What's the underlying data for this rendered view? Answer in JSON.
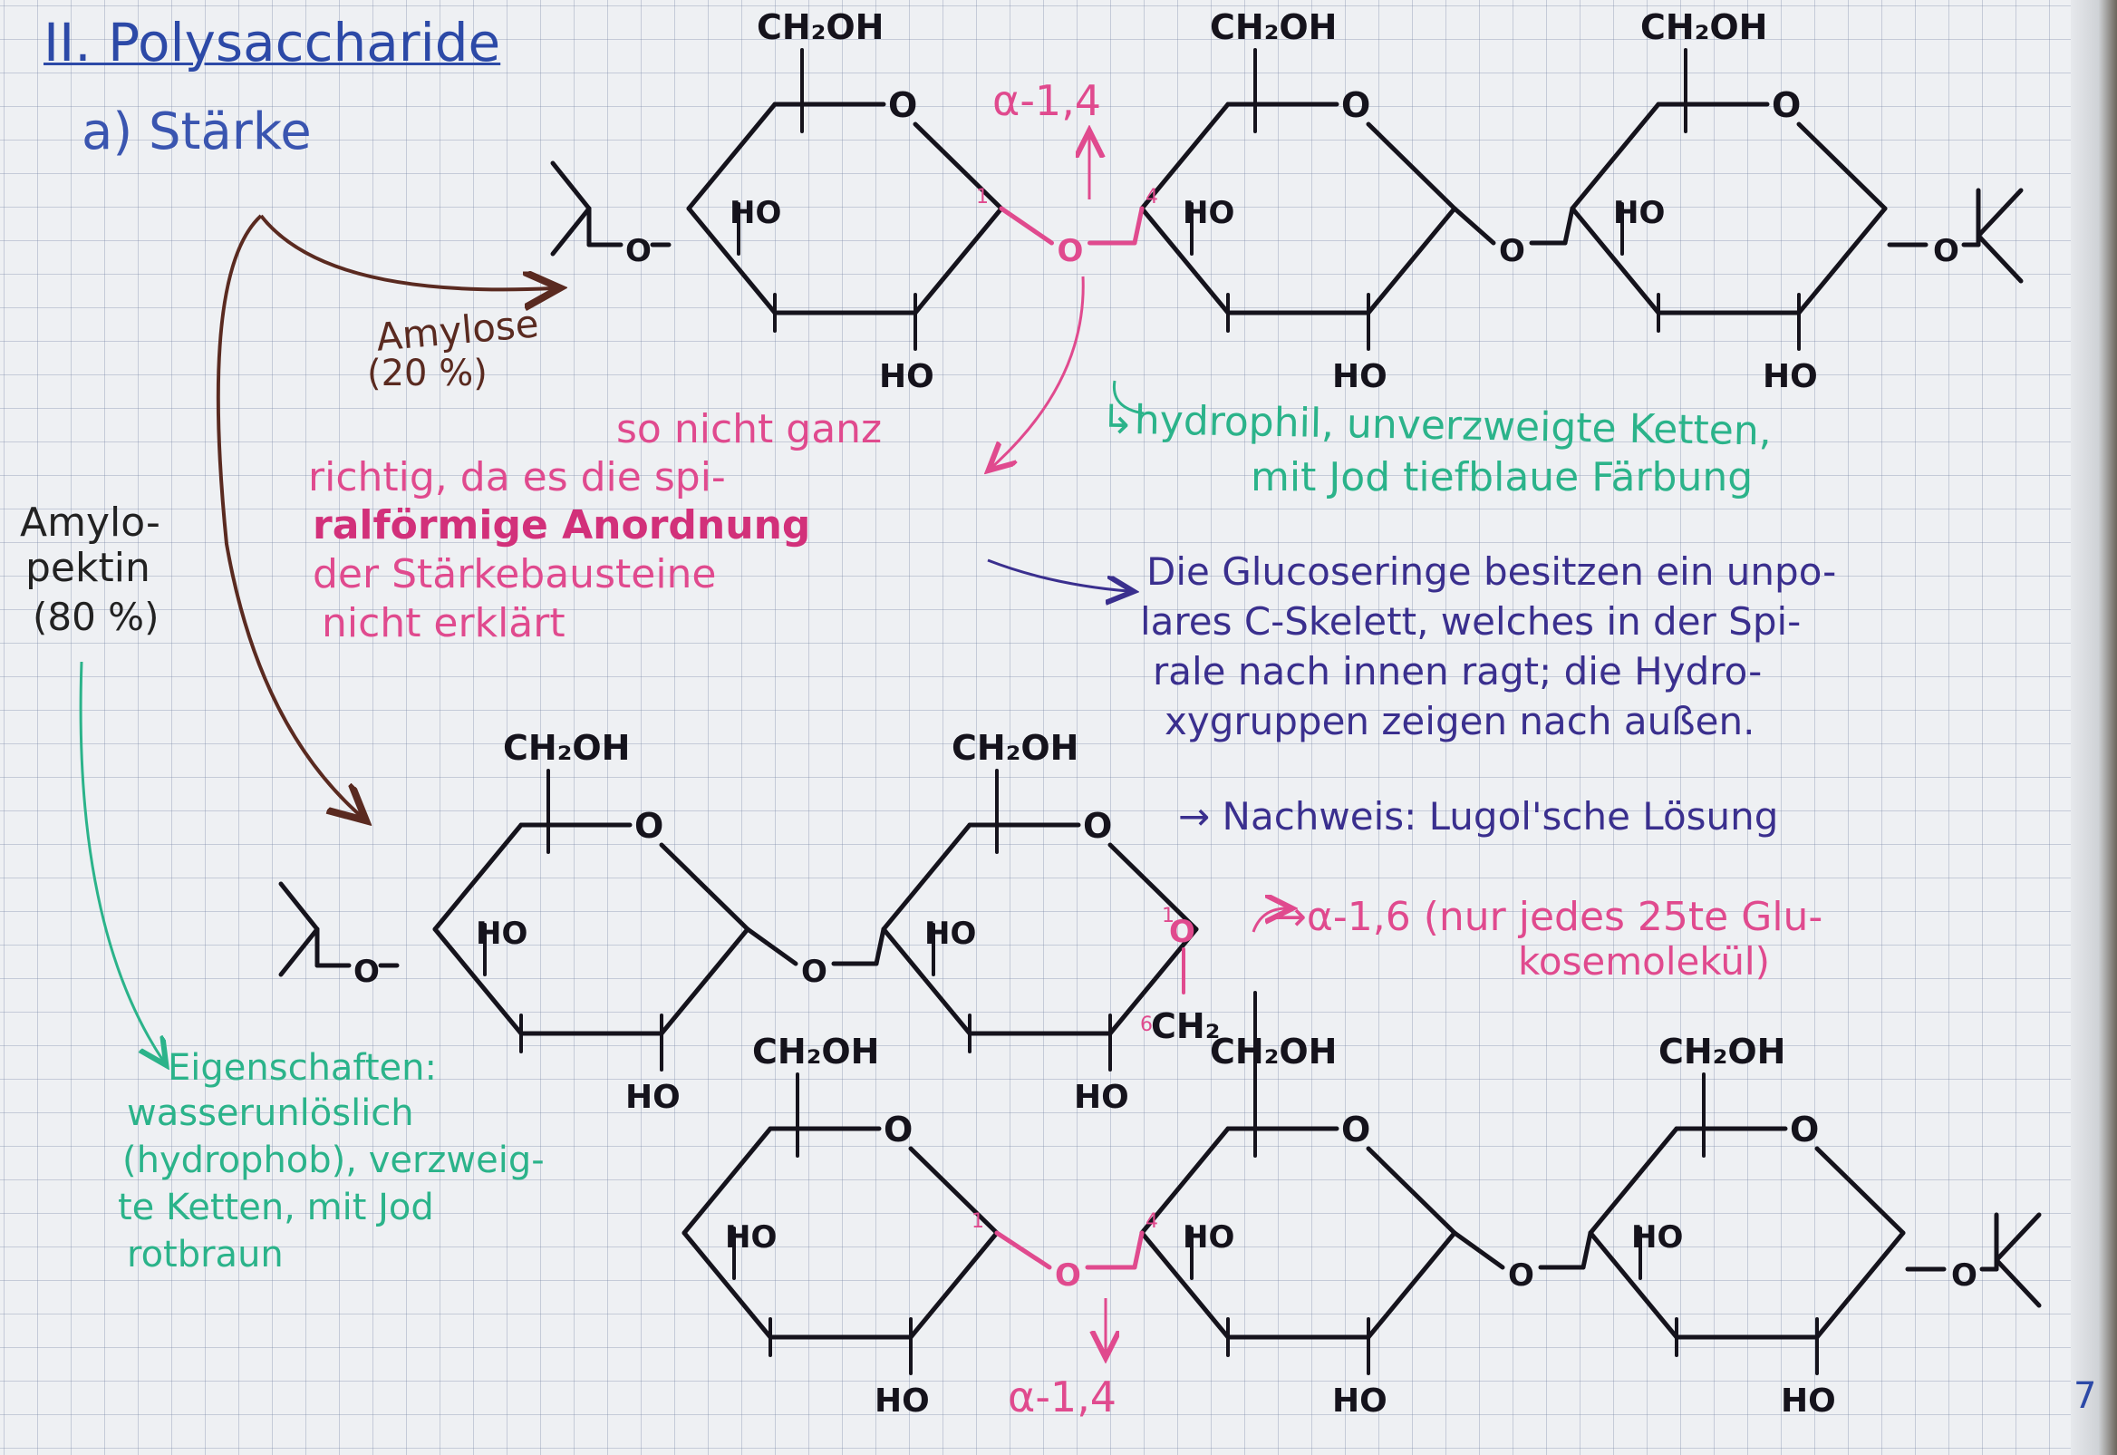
{
  "heading": {
    "title": "II. Polysaccharide",
    "subtitle": "a) Stärke"
  },
  "amylose": {
    "label": "Amylose",
    "percent": "(20 %)",
    "correction": [
      "so nicht ganz",
      "richtig, da es die spi-",
      "ralförmige Anordnung",
      "der Stärkebausteine",
      "nicht erklärt"
    ],
    "properties": [
      "↳hydrophil, unverzweigte Ketten,",
      "mit Jod tiefblaue Färbung"
    ],
    "explanation": [
      "Die Glucoseringe besitzen ein unpo-",
      "lares C-Skelett, welches in der Spi-",
      "rale nach innen ragt; die Hydro-",
      "xygruppen zeigen nach außen."
    ]
  },
  "amylopektin": {
    "label": [
      "Amylo-",
      "pektin"
    ],
    "percent": "(80 %)",
    "properties": [
      "Eigenschaften:",
      "wasserunlöslich",
      "(hydrophob), verzweig-",
      "te Ketten, mit Jod",
      "rotbraun"
    ]
  },
  "nachweis": "→ Nachweis: Lugol'sche Lösung",
  "bond_labels": {
    "top_glycosidic": "α-1,4",
    "bottom_glycosidic": "α-1,4",
    "branch": "→α-1,6 (nur jedes 25te Glu-",
    "branch_cont": "kosemolekül)"
  },
  "chem_labels": {
    "ch2oh": "CH₂OH",
    "ch2": "CH₂",
    "ring_o": "O",
    "ho": "HO",
    "link_o": "O",
    "pos1": "1",
    "pos4": "4",
    "pos6": "6"
  },
  "page_number": "7",
  "colors": {
    "title": "#2c49a7",
    "amylose_arrow": "#5a2a20",
    "pink": "#e04a8e",
    "green": "#2bb38a",
    "purple": "#3a2f8e",
    "ink": "#15131c"
  }
}
